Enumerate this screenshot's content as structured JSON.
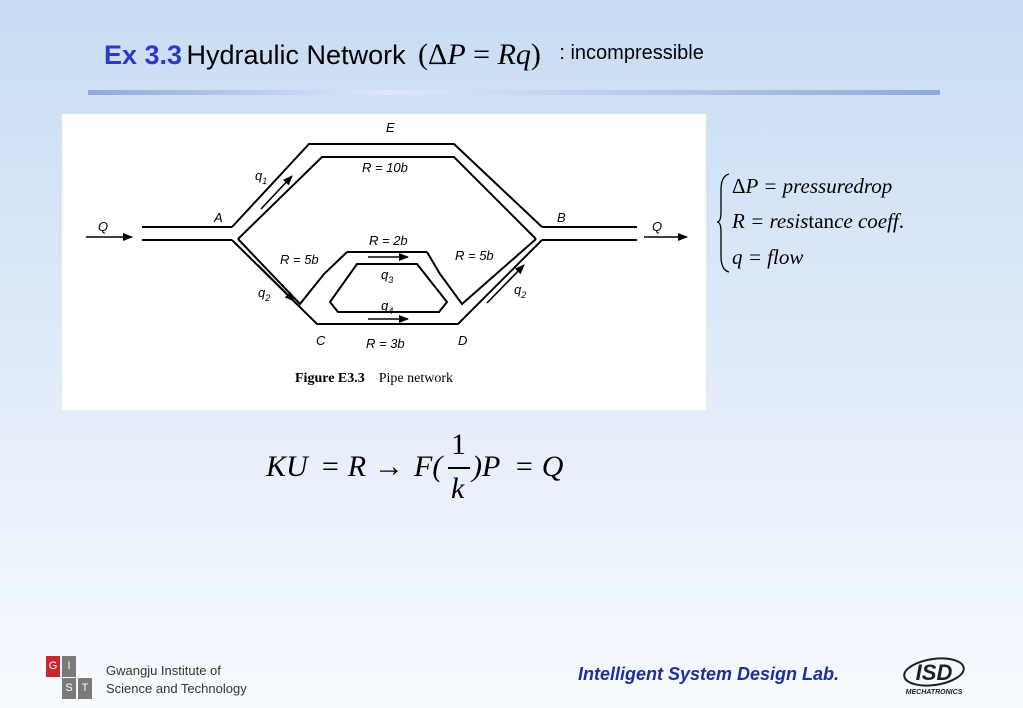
{
  "slide": {
    "title_number": "Ex 3.3",
    "title_text": "Hydraulic Network",
    "title_equation": {
      "open": "(",
      "delta": "Δ",
      "p": "P",
      "eq": " = ",
      "rq": "Rq",
      "close": ")"
    },
    "title_note": ": incompressible"
  },
  "diagram": {
    "nodes": {
      "A": "A",
      "B": "B",
      "C": "C",
      "D": "D",
      "E": "E"
    },
    "flow_in": "Q",
    "flow_out": "Q",
    "resistances": {
      "top": "R = 10b",
      "left": "R = 5b",
      "right": "R = 5b",
      "middle_top": "R = 2b",
      "bottom": "R = 3b"
    },
    "flows": {
      "q1": "q",
      "q1_sub": "1",
      "q2_left": "q",
      "q2_left_sub": "2",
      "q2_right": "q",
      "q2_right_sub": "2",
      "q3": "q",
      "q3_sub": "3",
      "q4": "q",
      "q4_sub": "4"
    },
    "caption_label": "Figure E3.3",
    "caption_text": "Pipe network"
  },
  "definitions": {
    "line1": {
      "delta": "Δ",
      "rest": "P = pressuredrop"
    },
    "line2": {
      "a": "R = resis",
      "b": "tan",
      "c": "ce  coeff",
      "d": "."
    },
    "line3": "q = flow"
  },
  "equation": {
    "lhs": "KU",
    "eq1": "= R",
    "arrow": "→",
    "f_open": "F(",
    "numerator": "1",
    "denominator": "k",
    "f_close": ")P",
    "rhs": "= Q"
  },
  "footer": {
    "gist_letters": [
      "G",
      "I",
      "S",
      "T"
    ],
    "institute_line1": "Gwangju Institute of",
    "institute_line2": "Science and Technology",
    "lab_name": "Intelligent System Design Lab.",
    "isd_logo_text": "ISD",
    "isd_logo_sub": "MECHATRONICS"
  },
  "colors": {
    "title_accent": "#2b39c4",
    "lab_name": "#1c2f9a",
    "gist_red": "#c8282d",
    "gist_gray": "#7a7a7a"
  }
}
